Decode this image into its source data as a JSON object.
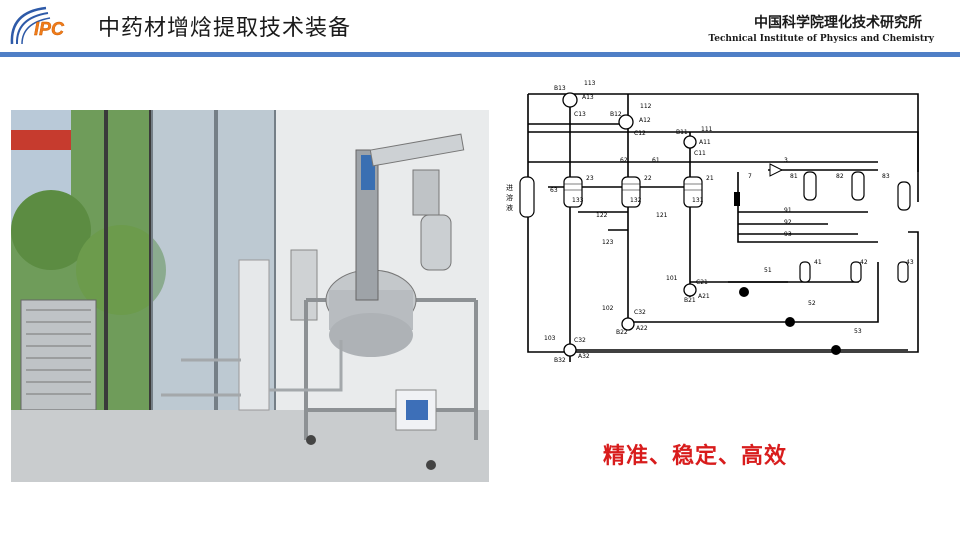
{
  "header": {
    "logo_text": "IPC",
    "title": "中药材增焓提取技术装备",
    "institute_cn": "中国科学院理化技术研究所",
    "institute_en": "Technical Institute of Physics and Chemistry"
  },
  "diagram": {
    "labels": [
      "B13",
      "113",
      "A13",
      "C13",
      "B12",
      "112",
      "A12",
      "C12",
      "B11",
      "111",
      "A11",
      "C11",
      "62",
      "61",
      "63",
      "23",
      "22",
      "21",
      "133",
      "132",
      "131",
      "122",
      "121",
      "123",
      "3",
      "7",
      "81",
      "82",
      "83",
      "91",
      "92",
      "93",
      "101",
      "C21",
      "B21",
      "A21",
      "51",
      "41",
      "42",
      "43",
      "52",
      "102",
      "C32",
      "B22",
      "A22",
      "53",
      "103",
      "C32",
      "B32",
      "A32"
    ],
    "feed_label": "进\n溶\n液"
  },
  "tagline": "精准、稳定、高效",
  "colors": {
    "accent_bar": "#4f7fc6",
    "tagline": "#d81c1c"
  }
}
